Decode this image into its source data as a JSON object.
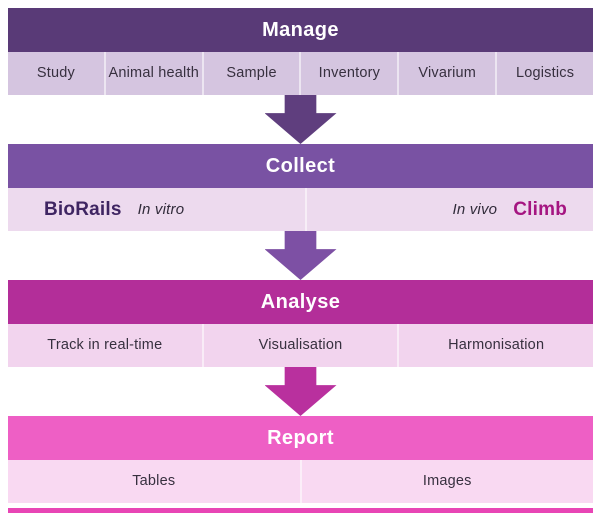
{
  "stages": {
    "manage": {
      "title": "Manage",
      "items": [
        "Study",
        "Animal health",
        "Sample",
        "Inventory",
        "Vivarium",
        "Logistics"
      ]
    },
    "collect": {
      "title": "Collect",
      "left_brand": "BioRails",
      "left_mode": "In vitro",
      "right_mode": "In vivo",
      "right_brand": "Climb"
    },
    "analyse": {
      "title": "Analyse",
      "items": [
        "Track in real-time",
        "Visualisation",
        "Harmonisation"
      ]
    },
    "report": {
      "title": "Report",
      "items": [
        "Tables",
        "Images"
      ]
    }
  },
  "colors": {
    "manage_header": "#593a77",
    "manage_row": "#d5c5e0",
    "arrow_manage_collect": "#5f3e7e",
    "collect_header": "#7952a3",
    "collect_row": "#eddaee",
    "arrow_collect_analyse": "#7d50a4",
    "analyse_header": "#b32e99",
    "analyse_row": "#f2d4ee",
    "arrow_analyse_report": "#b9309e",
    "report_header": "#ee5fc5",
    "report_row": "#f9d9f2",
    "bottom_bar": "#e845b5",
    "biorails_text": "#3f2562",
    "climb_text": "#a51581"
  }
}
